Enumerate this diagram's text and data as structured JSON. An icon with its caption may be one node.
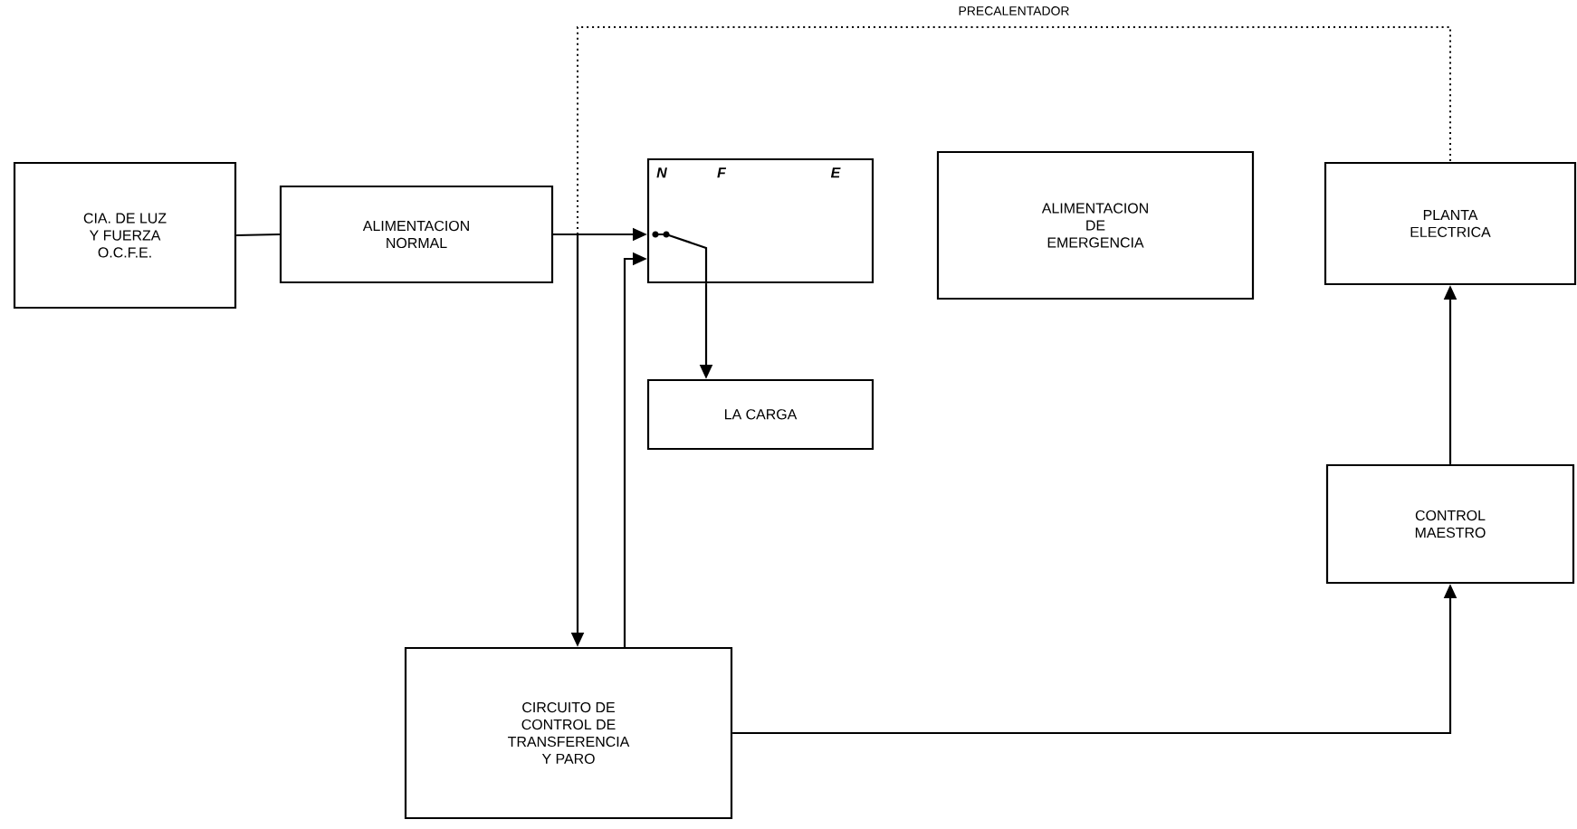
{
  "diagram": {
    "nodes": [
      {
        "text": [
          "CIA. DE LUZ Y FUERZA O.C.F.E."
        ]
      },
      {
        "text": [
          "ALIMENTACION NORMAL"
        ]
      },
      {
        "text": [
          "N",
          "F",
          "E"
        ]
      },
      {
        "text": [
          "LA CARGA"
        ]
      },
      {
        "text": [
          "ALIMENTACION DE EMERGENCIA"
        ]
      },
      {
        "text": [
          "PLANTA ELECTRICA"
        ]
      },
      {
        "text": [
          "CONTROL MAESTRO"
        ]
      },
      {
        "text": [
          "CIRCUITO DE CONTROL DE TRANSFERENCIA Y PARO"
        ]
      }
    ],
    "edges": [
      {
        "from": 0,
        "to": 1,
        "arrow": "none"
      },
      {
        "from": 1,
        "to": 2,
        "arrow": "to"
      },
      {
        "from": 2,
        "to": 3,
        "arrow": "to"
      },
      {
        "from": 1,
        "to": 5,
        "arrow": "none",
        "style": "dashed",
        "label": "PRECALENTADOR"
      },
      {
        "from": 1,
        "to": 7,
        "arrow": "to"
      },
      {
        "from": 7,
        "to": 2,
        "arrow": "to"
      },
      {
        "from": 7,
        "to": 6,
        "arrow": "to"
      },
      {
        "from": 6,
        "to": 5,
        "arrow": "to"
      }
    ]
  }
}
